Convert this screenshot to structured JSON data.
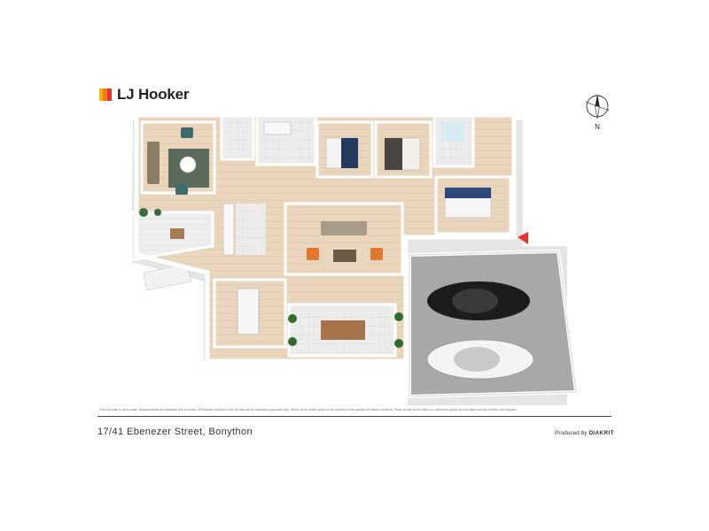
{
  "brand": {
    "name": "LJ Hooker",
    "colors": {
      "yellow": "#f5b800",
      "red": "#e0362f",
      "orange": "#f07a1d"
    }
  },
  "compass": {
    "north_label": "N",
    "icon": "compass-icon"
  },
  "floorplan": {
    "icon": "floorplan-3d"
  },
  "disclaimer": "This floor plan is not to scale. Measurements are indicative and in metres. All features included in this 3D plan are for inspiration purposes only. This is not an exact replica of the property or the position of exterior elements. Plans should not be relied on. Interested parties should make and rely on their own enquiries.",
  "address": "17/41 Ebenezer Street, Bonython",
  "credit": {
    "prefix": "Produced by",
    "company": "DIAKRIT"
  }
}
